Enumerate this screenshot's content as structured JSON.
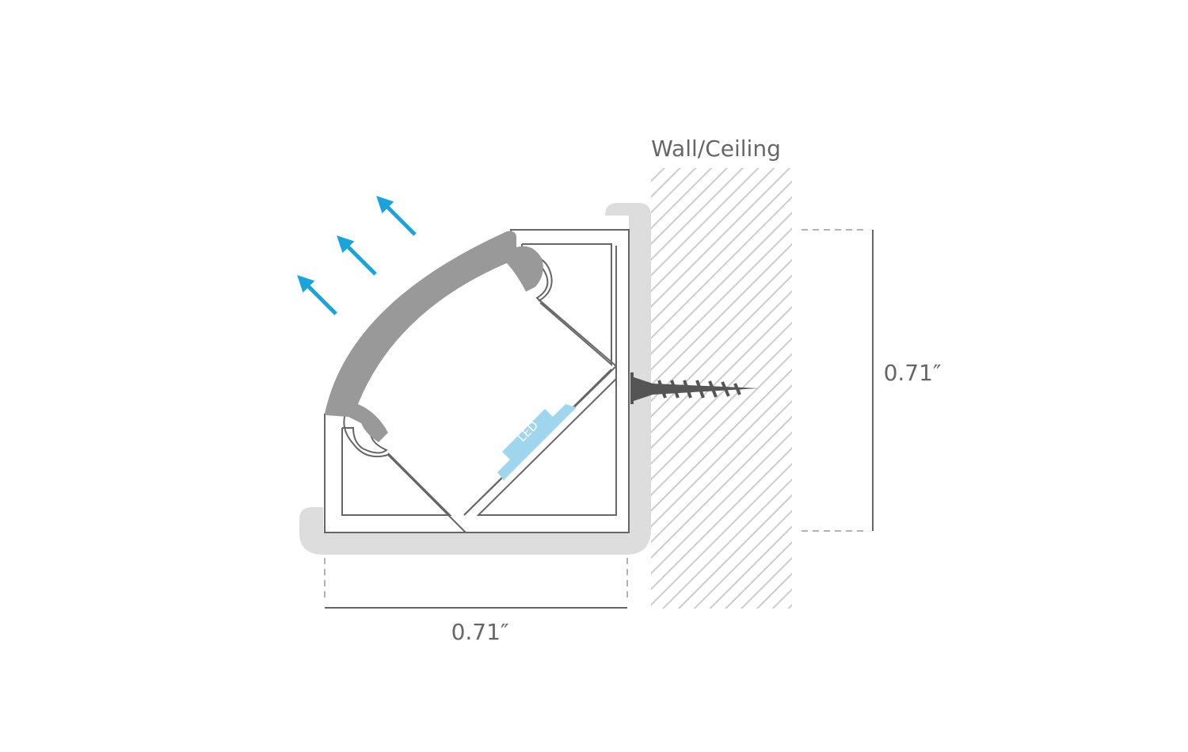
{
  "labels": {
    "surface": "Wall/Ceiling",
    "height_dim": "0.71″",
    "width_dim": "0.71″",
    "led": "LED"
  },
  "icons": {
    "light_arrow": "light-direction-arrow",
    "screw": "mounting-screw"
  },
  "colors": {
    "arrow": "#1aa3dc",
    "led": "#9fd6ee",
    "diffuser": "#999999",
    "mount_shadow": "#dddddd",
    "outline": "#666666",
    "hatch": "#cccccc",
    "text": "#666666"
  }
}
